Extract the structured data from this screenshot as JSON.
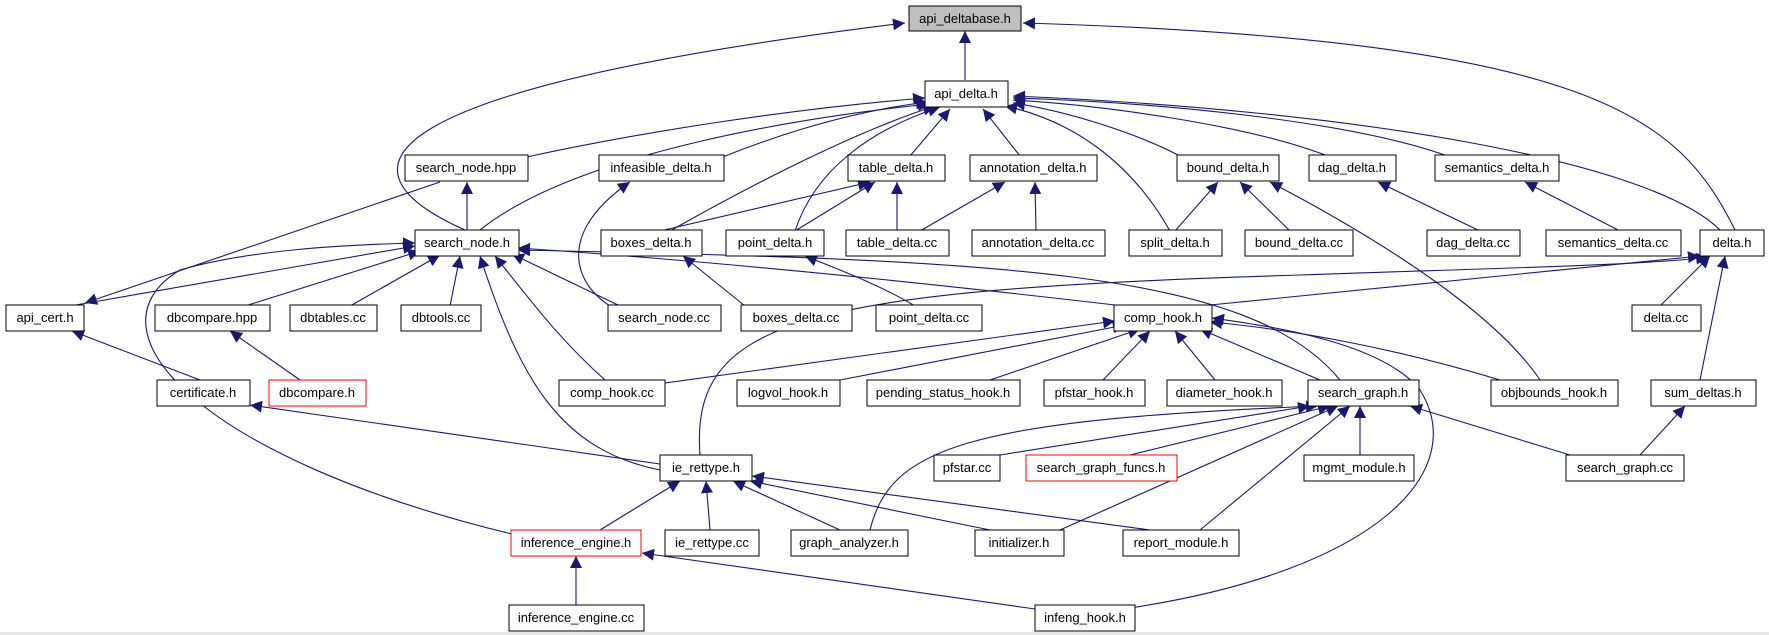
{
  "colors": {
    "edge": "#191970",
    "root_fill": "#bfbfbf",
    "node_fill": "#ffffff",
    "node_border": "#000000",
    "incomplete_border": "#ff0000"
  },
  "nodes": {
    "api_deltabase_h": "api_deltabase.h",
    "api_delta_h": "api_delta.h",
    "search_node_hpp": "search_node.hpp",
    "infeasible_delta_h": "infeasible_delta.h",
    "table_delta_h": "table_delta.h",
    "annotation_delta_h": "annotation_delta.h",
    "bound_delta_h": "bound_delta.h",
    "dag_delta_h": "dag_delta.h",
    "semantics_delta_h": "semantics_delta.h",
    "search_node_h": "search_node.h",
    "boxes_delta_h": "boxes_delta.h",
    "point_delta_h": "point_delta.h",
    "table_delta_cc": "table_delta.cc",
    "annotation_delta_cc": "annotation_delta.cc",
    "split_delta_h": "split_delta.h",
    "bound_delta_cc": "bound_delta.cc",
    "dag_delta_cc": "dag_delta.cc",
    "semantics_delta_cc": "semantics_delta.cc",
    "delta_h": "delta.h",
    "api_cert_h": "api_cert.h",
    "dbcompare_hpp": "dbcompare.hpp",
    "dbtables_cc": "dbtables.cc",
    "dbtools_cc": "dbtools.cc",
    "search_node_cc": "search_node.cc",
    "boxes_delta_cc": "boxes_delta.cc",
    "point_delta_cc": "point_delta.cc",
    "comp_hook_h": "comp_hook.h",
    "delta_cc": "delta.cc",
    "certificate_h": "certificate.h",
    "dbcompare_h": "dbcompare.h",
    "comp_hook_cc": "comp_hook.cc",
    "logvol_hook_h": "logvol_hook.h",
    "pending_status_hook_h": "pending_status_hook.h",
    "pfstar_hook_h": "pfstar_hook.h",
    "diameter_hook_h": "diameter_hook.h",
    "search_graph_h": "search_graph.h",
    "objbounds_hook_h": "objbounds_hook.h",
    "sum_deltas_h": "sum_deltas.h",
    "ie_rettype_h": "ie_rettype.h",
    "pfstar_cc": "pfstar.cc",
    "search_graph_funcs_h": "search_graph_funcs.h",
    "mgmt_module_h": "mgmt_module.h",
    "search_graph_cc": "search_graph.cc",
    "inference_engine_h": "inference_engine.h",
    "ie_rettype_cc": "ie_rettype.cc",
    "graph_analyzer_h": "graph_analyzer.h",
    "initializer_h": "initializer.h",
    "report_module_h": "report_module.h",
    "inference_engine_cc": "inference_engine.cc",
    "infeng_hook_h": "infeng_hook.h"
  }
}
